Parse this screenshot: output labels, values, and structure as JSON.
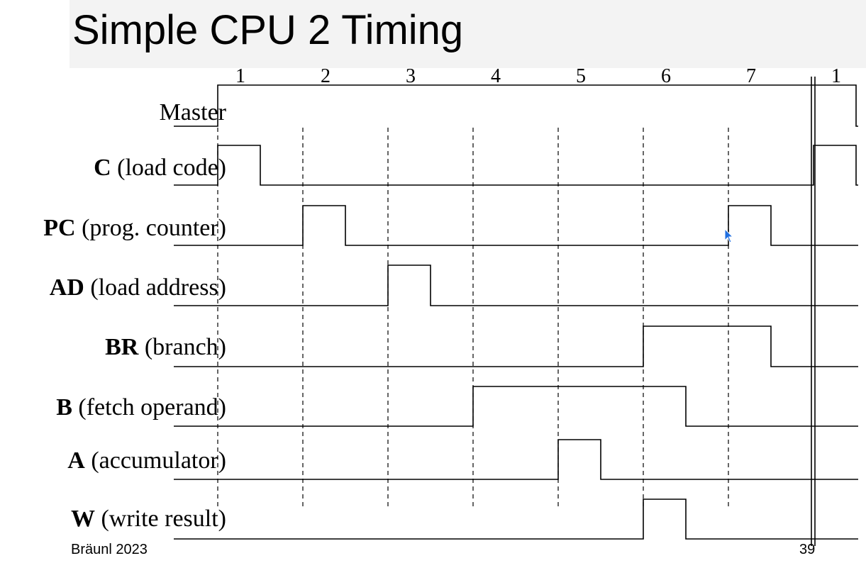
{
  "slide": {
    "title": "Simple CPU 2 Timing",
    "footer_left": "Bräunl 2023",
    "page_number": "39"
  },
  "clock_cycles": [
    "1",
    "2",
    "3",
    "4",
    "5",
    "6",
    "7",
    "1"
  ],
  "signals": [
    {
      "id": "master",
      "name": "",
      "desc": "Master",
      "high_cycles": []
    },
    {
      "id": "c",
      "name": "C",
      "desc": " (load code)",
      "high_cycles": [
        1,
        8
      ]
    },
    {
      "id": "pc",
      "name": "PC",
      "desc": " (prog. counter)",
      "high_cycles": [
        2,
        7
      ]
    },
    {
      "id": "ad",
      "name": "AD",
      "desc": " (load address)",
      "high_cycles": [
        3
      ]
    },
    {
      "id": "br",
      "name": "BR",
      "desc": " (branch)",
      "high_cycles": [
        6,
        7
      ]
    },
    {
      "id": "b",
      "name": "B",
      "desc": " (fetch operand)",
      "high_cycles": [
        4,
        5,
        6
      ]
    },
    {
      "id": "a",
      "name": "A",
      "desc": " (accumulator)",
      "high_cycles": [
        5
      ]
    },
    {
      "id": "w",
      "name": "W",
      "desc": " (write result)",
      "high_cycles": [
        6
      ]
    }
  ],
  "colors": {
    "line": "#000000",
    "cursor": "#1f6fe0"
  },
  "icons": {
    "pointer": "mouse-pointer-icon"
  }
}
